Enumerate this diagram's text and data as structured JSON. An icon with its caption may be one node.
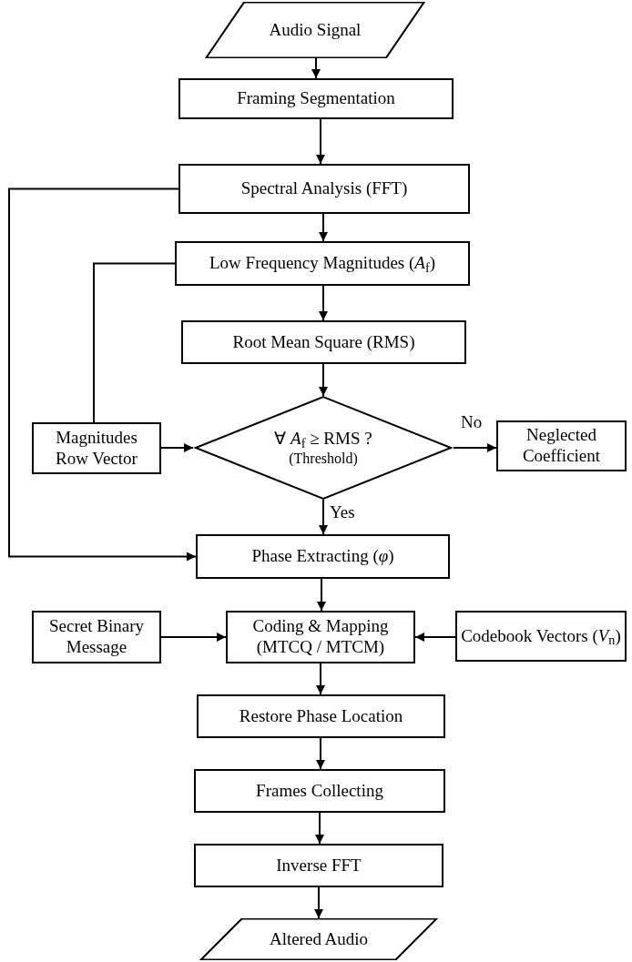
{
  "diagram": {
    "nodes": [
      {
        "text": [
          "Audio Signal"
        ]
      },
      {
        "text": [
          "Framing Segmentation"
        ]
      },
      {
        "text": [
          "Spectral Analysis (FFT)"
        ]
      },
      {
        "text": [
          "Low Frequency Magnitudes (*A*$_{f}$)"
        ]
      },
      {
        "text": [
          "Root Mean Square (RMS)"
        ]
      },
      {
        "text": [
          "∀ *A*$_{f}$ ≥ RMS ?",
          "(Threshold)"
        ]
      },
      {
        "text": [
          "Magnitudes Row Vector"
        ]
      },
      {
        "text": [
          "Neglected Coefficient"
        ]
      },
      {
        "text": [
          "Phase Extracting (*φ*)"
        ]
      },
      {
        "text": [
          "Secret Binary Message"
        ]
      },
      {
        "text": [
          "Coding & Mapping (MTCQ / MTCM)"
        ]
      },
      {
        "text": [
          "Codebook Vectors (*V*$_{n}$)"
        ]
      },
      {
        "text": [
          "Restore Phase Location"
        ]
      },
      {
        "text": [
          "Frames Collecting"
        ]
      },
      {
        "text": [
          "Inverse FFT"
        ]
      },
      {
        "text": [
          "Altered Audio"
        ]
      }
    ],
    "edges": [
      {
        "from": 0,
        "to": 1,
        "arrow": "to"
      },
      {
        "from": 1,
        "to": 2,
        "arrow": "to"
      },
      {
        "from": 2,
        "to": 3,
        "arrow": "to"
      },
      {
        "from": 3,
        "to": 4,
        "arrow": "to"
      },
      {
        "from": 4,
        "to": 5,
        "arrow": "to"
      },
      {
        "from": 3,
        "to": 6,
        "arrow": "none"
      },
      {
        "from": 6,
        "to": 5,
        "arrow": "to"
      },
      {
        "from": 5,
        "to": 7,
        "label": "No",
        "arrow": "to"
      },
      {
        "from": 5,
        "to": 8,
        "label": "Yes",
        "arrow": "to"
      },
      {
        "from": 2,
        "to": 8,
        "arrow": "to"
      },
      {
        "from": 8,
        "to": 10,
        "arrow": "to"
      },
      {
        "from": 9,
        "to": 10,
        "arrow": "to"
      },
      {
        "from": 11,
        "to": 10,
        "arrow": "to"
      },
      {
        "from": 10,
        "to": 12,
        "arrow": "to"
      },
      {
        "from": 12,
        "to": 13,
        "arrow": "to"
      },
      {
        "from": 13,
        "to": 14,
        "arrow": "to"
      },
      {
        "from": 14,
        "to": 15,
        "arrow": "to"
      }
    ]
  }
}
